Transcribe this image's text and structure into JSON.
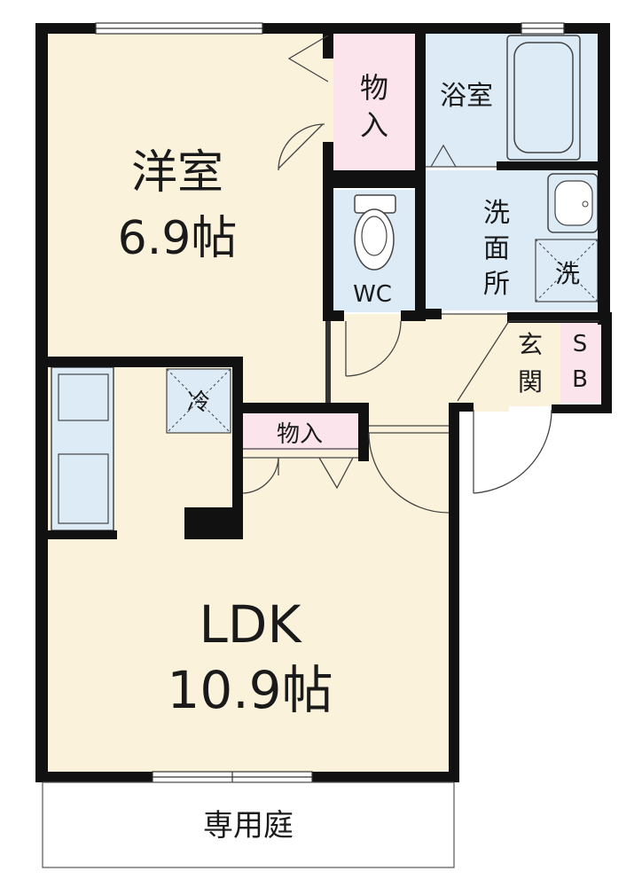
{
  "colors": {
    "wall": "#111111",
    "room_beige": "#fbf2dc",
    "wet_blue": "#dcebf6",
    "storage_pink": "#fbe4ec",
    "line": "#333333",
    "white": "#ffffff"
  },
  "rooms": {
    "western_name": "洋室",
    "western_size": "6.9帖",
    "ldk_name": "LDK",
    "ldk_size": "10.9帖",
    "storage_top": [
      "物",
      "入"
    ],
    "bath": "浴室",
    "washroom": [
      "洗",
      "面",
      "所"
    ],
    "washer": "洗",
    "wc": "WC",
    "entrance": [
      "玄",
      "関"
    ],
    "shoe_box": [
      "S",
      "B"
    ],
    "fridge": "冷",
    "storage_mid": "物入",
    "garden": "専用庭"
  }
}
